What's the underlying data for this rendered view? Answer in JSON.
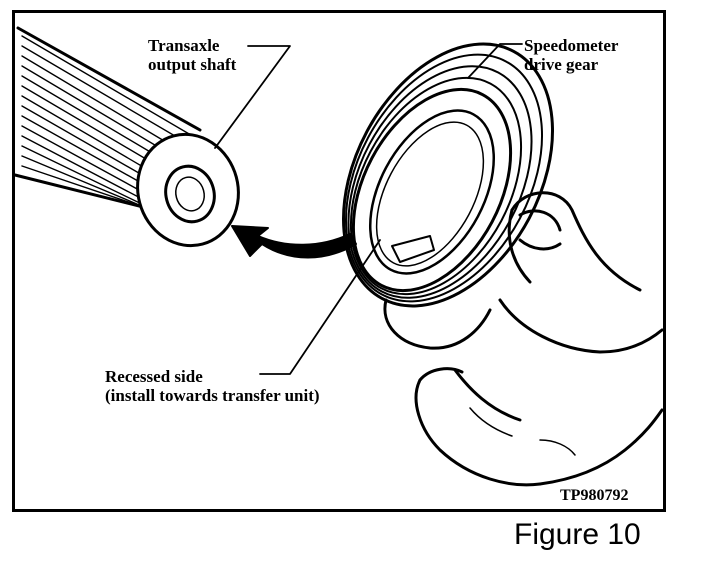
{
  "labels": {
    "shaft_line1": "Transaxle",
    "shaft_line2": "output shaft",
    "gear_line1": "Speedometer",
    "gear_line2": "drive gear",
    "recess_line1": "Recessed side",
    "recess_line2": "(install towards transfer unit)",
    "drawing_code": "TP980792"
  },
  "caption": "Figure 10"
}
